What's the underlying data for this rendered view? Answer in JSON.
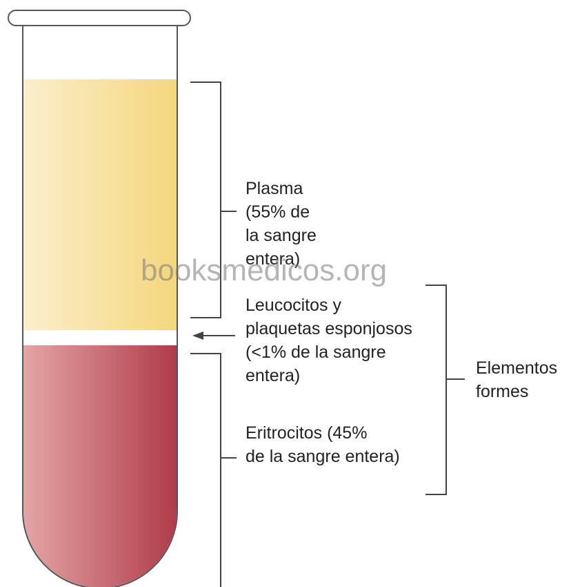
{
  "labels": {
    "plasma": [
      "Plasma",
      "(55% de",
      "la sangre",
      "entera)"
    ],
    "buffy_coat": [
      "Leucocitos y",
      "plaquetas esponjosos",
      "(<1% de la sangre",
      "entera)"
    ],
    "erythrocytes": [
      "Eritrocitos (45%",
      "de la sangre entera)"
    ],
    "formed_elements": [
      "Elementos",
      "formes"
    ]
  },
  "watermark": "booksmedicos.org",
  "colors": {
    "plasma_light": "#fbefcb",
    "plasma_dark": "#f4d67e",
    "rbc_light": "#e4a5a5",
    "rbc_dark": "#b03c4b",
    "outline": "#444444"
  }
}
